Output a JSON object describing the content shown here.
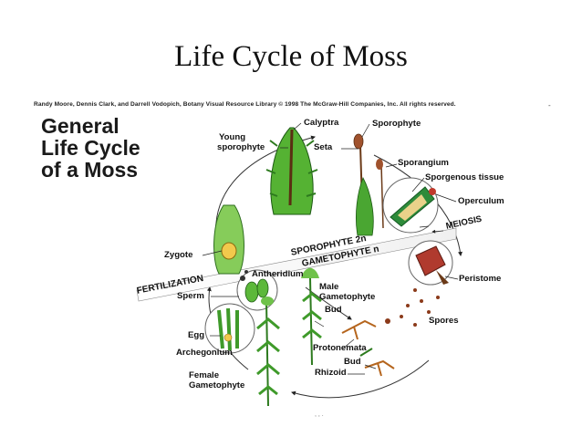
{
  "slide": {
    "title": "Life Cycle of Moss",
    "credit": "Randy Moore, Dennis Clark, and Darrell Vodopich, Botany Visual Resource Library © 1998 The McGraw-Hill Companies, Inc. All rights reserved.",
    "credit_dash": "-",
    "page_marker": ", , ."
  },
  "diagram": {
    "heading_lines": [
      "General",
      "Life Cycle",
      "of a Moss"
    ],
    "labels": {
      "calyptra": "Calyptra",
      "sporophyte": "Sporophyte",
      "young_sporophyte_1": "Young",
      "young_sporophyte_2": "sporophyte",
      "seta": "Seta",
      "sporangium": "Sporangium",
      "sporogenous_tissue": "Sporgenous tissue",
      "operculum": "Operculum",
      "meiosis": "MEIOSIS",
      "sporophyte_2n": "SPOROPHYTE 2n",
      "gametophyte_n": "GAMETOPHYTE n",
      "zygote": "Zygote",
      "fertilization": "FERTILIZATION",
      "antheridium": "Antheridium",
      "sperm": "Sperm",
      "peristome": "Peristome",
      "male_gametophyte_1": "Male",
      "male_gametophyte_2": "Gametophyte",
      "bud_upper": "Bud",
      "spores": "Spores",
      "egg": "Egg",
      "archegonium": "Archegonium",
      "protonemata": "Protonemata",
      "bud_lower": "Bud",
      "rhizoid": "Rhizoid",
      "female_gametophyte_1": "Female",
      "female_gametophyte_2": "Gametophyte"
    }
  }
}
